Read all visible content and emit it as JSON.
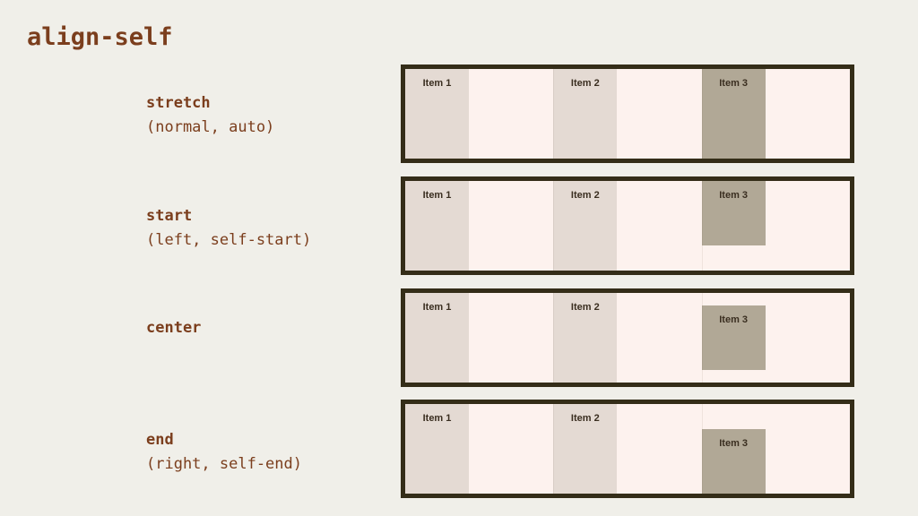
{
  "title": "align-self",
  "item_labels": [
    "Item 1",
    "Item 2",
    "Item 3"
  ],
  "rows": [
    {
      "label": "stretch",
      "sublabel": "(normal, auto)",
      "align": "stretch"
    },
    {
      "label": "start",
      "sublabel": "(left, self-start)",
      "align": "start"
    },
    {
      "label": "center",
      "sublabel": "",
      "align": "center"
    },
    {
      "label": "end",
      "sublabel": "(right, self-end)",
      "align": "end"
    }
  ],
  "colors": {
    "page_bg": "#f0efe9",
    "accent_text": "#7b3e1d",
    "box_border": "#342d18",
    "box_bg": "#fdf2ee",
    "item_light": "#e4dad3",
    "item_dark": "#b1a896",
    "item_text": "#3a2e20"
  }
}
